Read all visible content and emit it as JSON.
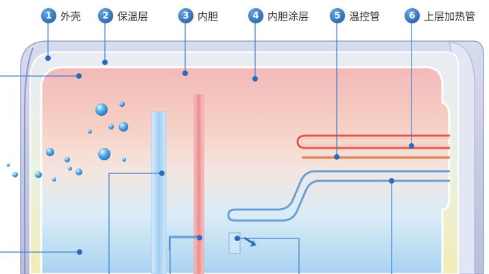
{
  "labels": [
    {
      "num": "1",
      "text": "外壳"
    },
    {
      "num": "2",
      "text": "保温层"
    },
    {
      "num": "3",
      "text": "内胆"
    },
    {
      "num": "4",
      "text": "内胆涂层"
    },
    {
      "num": "5",
      "text": "温控管"
    },
    {
      "num": "6",
      "text": "上层加热管"
    }
  ],
  "colors": {
    "badge": "#2b6cb8",
    "leader_line": "#3b7fd0",
    "hot_pipe": "#e8554a",
    "cold_pipe": "#8ec3ef",
    "shell": "#c9cde6"
  }
}
